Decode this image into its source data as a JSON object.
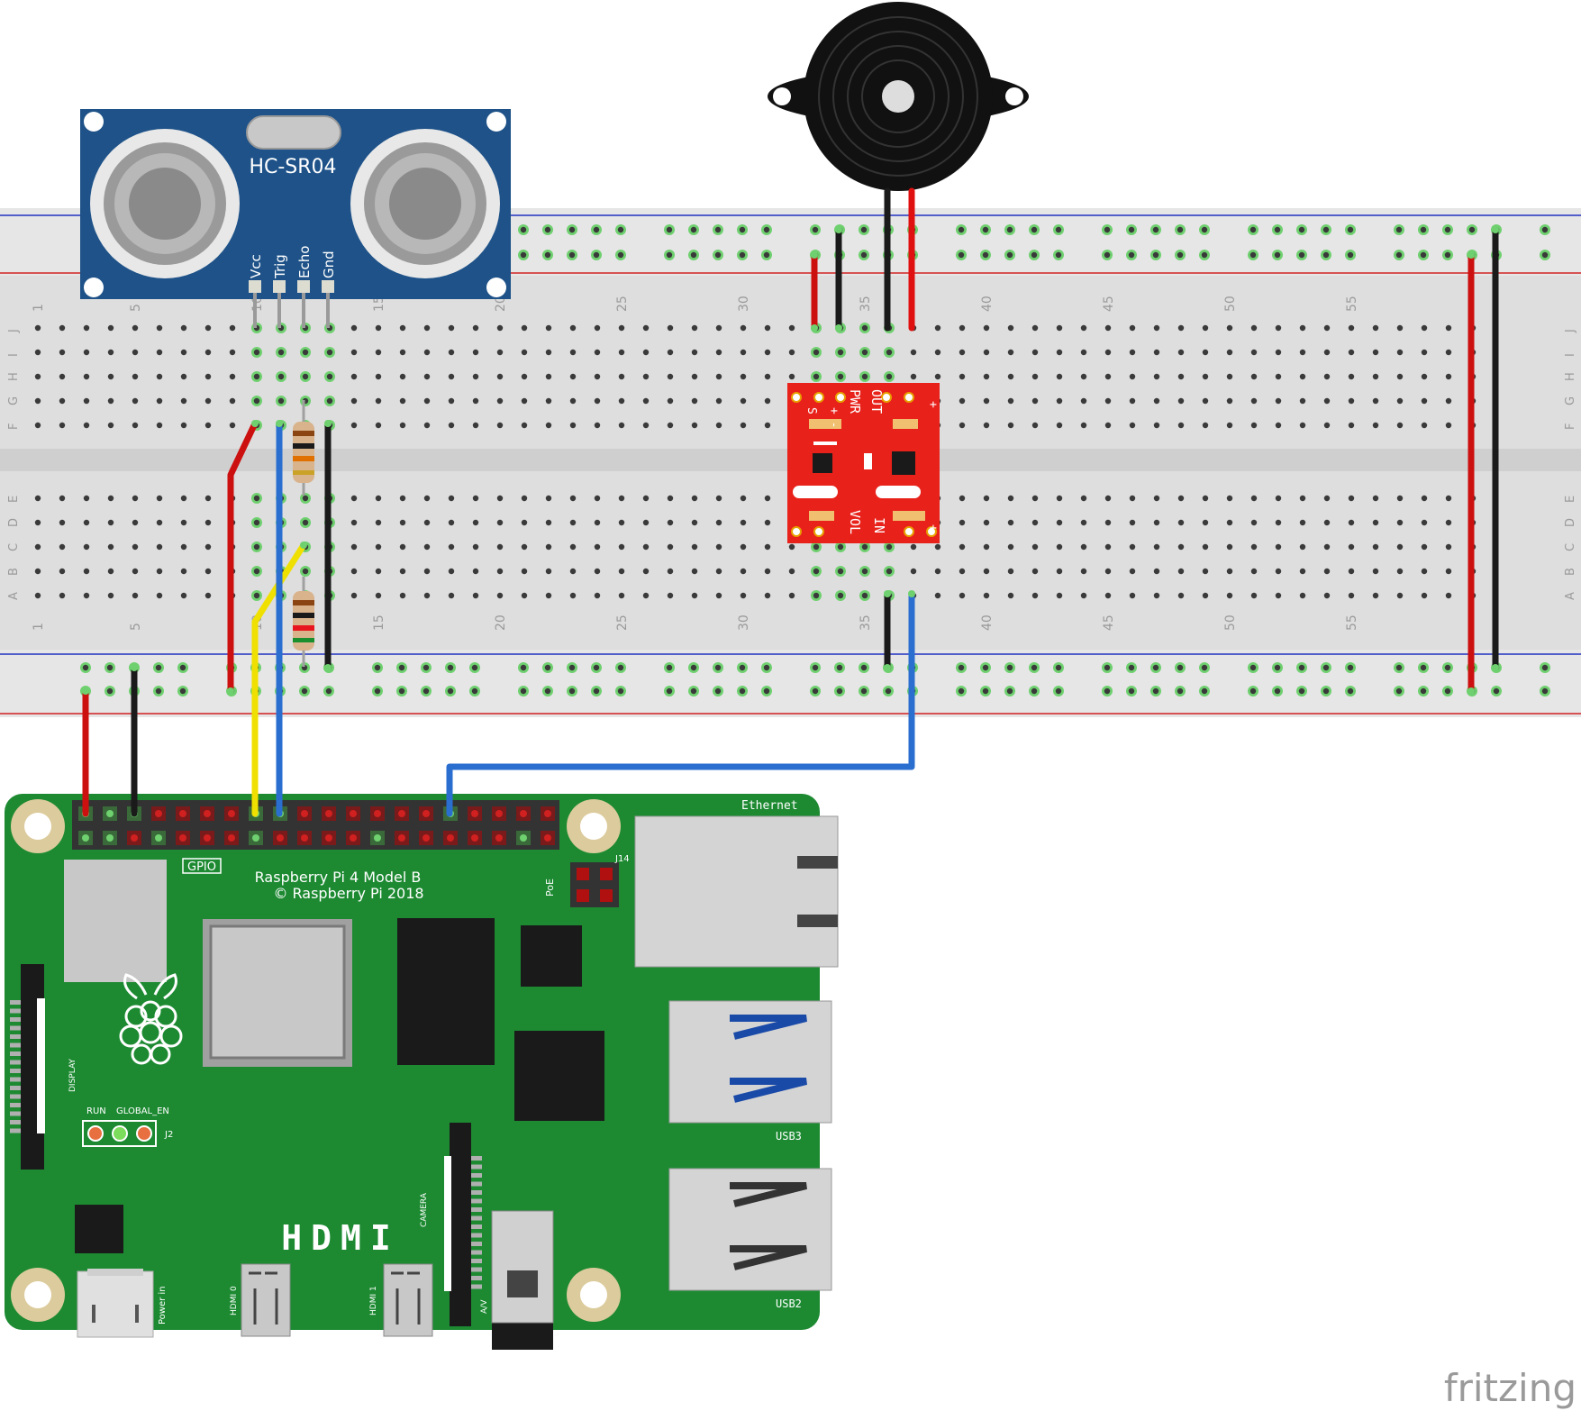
{
  "sensor": {
    "title": "HC-SR04",
    "pins": [
      "Vcc",
      "Trig",
      "Echo",
      "Gnd"
    ]
  },
  "breadboard": {
    "row_letters_top": [
      "J",
      "I",
      "H",
      "G",
      "F"
    ],
    "row_letters_bottom": [
      "E",
      "D",
      "C",
      "B",
      "A"
    ],
    "column_numbers": [
      "1",
      "5",
      "10",
      "15",
      "20",
      "25",
      "30",
      "35",
      "40",
      "45",
      "50",
      "55"
    ]
  },
  "amplifier": {
    "top_labels": {
      "out": "OUT",
      "pwr": "PWR",
      "plus_minus": "+ -",
      "s": "S",
      "plus": "+"
    },
    "bottom_labels": {
      "in": "IN",
      "vol": "VOL",
      "plus": "+"
    }
  },
  "pi": {
    "board_name": "Raspberry Pi 4 Model B",
    "copyright": "© Raspberry Pi 2018",
    "gpio_label": "GPIO",
    "ethernet_label": "Ethernet",
    "j14_label": "J14",
    "poe_label": "PoE",
    "display_label": "DISPLAY",
    "run_label": "RUN",
    "global_en_label": "GLOBAL_EN",
    "j2_label": "J2",
    "hdmi_big": "HDMI",
    "camera_label": "CAMERA",
    "usb3_label": "USB3",
    "usb2_label": "USB2",
    "power_label": "Power in",
    "hdmi0_label": "HDMI 0",
    "hdmi1_label": "HDMI 1",
    "av_label": "A/V"
  },
  "watermark": "fritzing",
  "colors": {
    "wire_red": "#cc1010",
    "wire_black": "#1a1a1a",
    "wire_blue": "#2a6ed0",
    "wire_yellow": "#f0e000",
    "pi_green": "#1d8a32",
    "sensor_blue": "#1e5288",
    "amp_red": "#e8221b",
    "breadboard": "#dcdcdc"
  }
}
